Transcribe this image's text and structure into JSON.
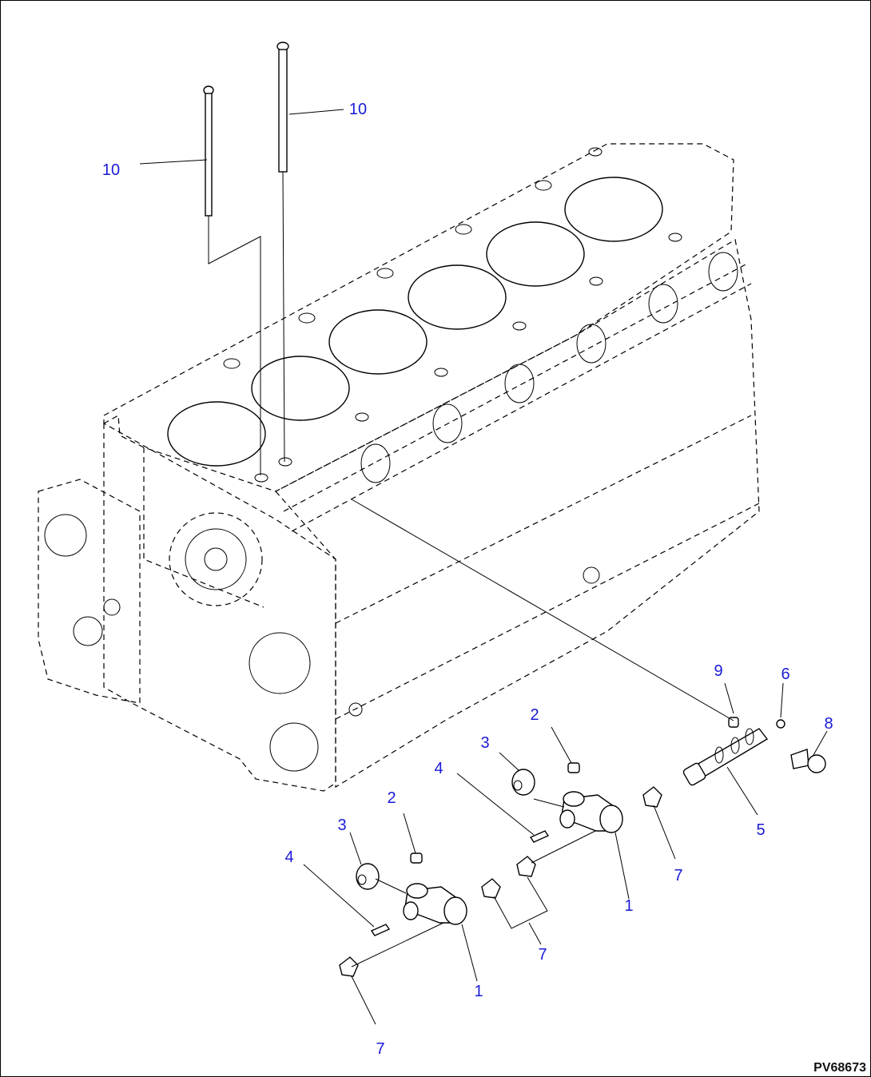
{
  "figure_code": "PV68673",
  "callouts": {
    "c10a": "10",
    "c10b": "10",
    "c9": "9",
    "c6": "6",
    "c8": "8",
    "c5": "5",
    "c7a": "7",
    "c2a": "2",
    "c3a": "3",
    "c4a": "4",
    "c1a": "1",
    "c7b": "7",
    "c2b": "2",
    "c3b": "3",
    "c4b": "4",
    "c1b": "1",
    "c7c": "7"
  },
  "colors": {
    "callout": "#1a1ad6",
    "line": "#000000",
    "background": "#ffffff"
  }
}
